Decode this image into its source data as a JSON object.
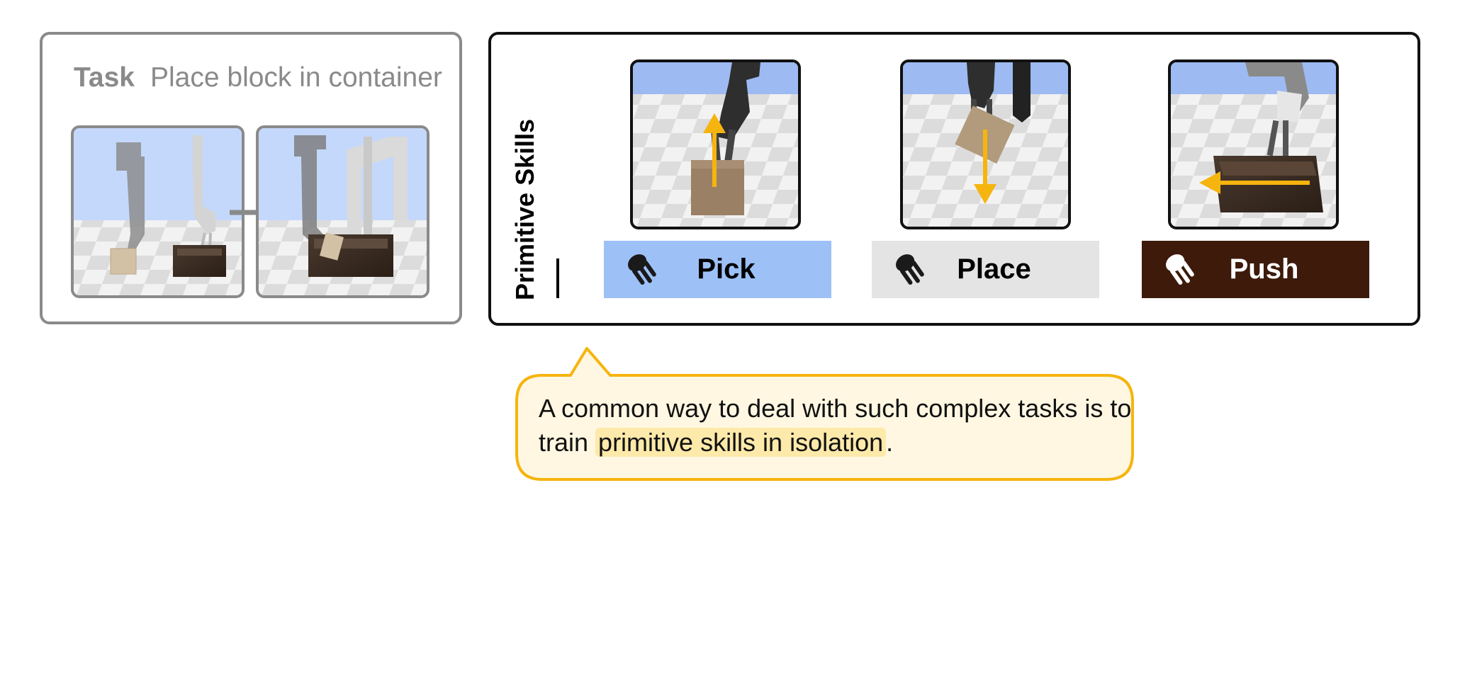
{
  "task": {
    "label": "Task",
    "description": "Place block in container"
  },
  "primitive_skills": {
    "title": "Primitive Skills",
    "skills": [
      {
        "label": "Pick",
        "background": "#9dc0f7",
        "text_color": "#000000",
        "icon": "robot-hand-icon",
        "arrow": "up"
      },
      {
        "label": "Place",
        "background": "#e4e4e4",
        "text_color": "#000000",
        "icon": "robot-hand-icon",
        "arrow": "down"
      },
      {
        "label": "Push",
        "background": "#3d1a0a",
        "text_color": "#ffffff",
        "icon": "robot-hand-icon",
        "arrow": "left"
      }
    ]
  },
  "callout": {
    "text_before": "A common way to deal with such complex tasks is to train ",
    "highlight": "primitive skills in isolation",
    "text_after": "."
  },
  "colors": {
    "accent": "#f6b40e",
    "task_border": "#8a8a8a",
    "callout_bg": "#fff7e1",
    "highlight_bg": "#fde9a9"
  }
}
